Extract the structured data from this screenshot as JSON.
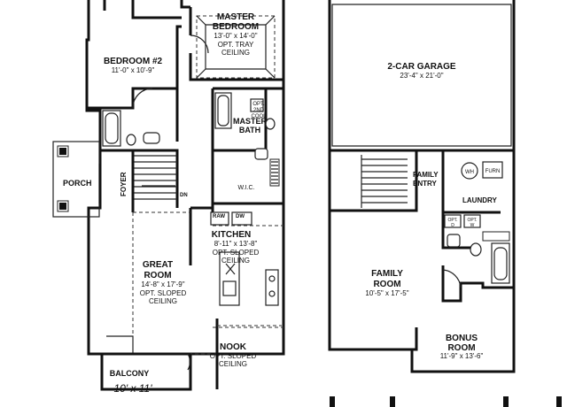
{
  "left_plan": {
    "master_bedroom": {
      "name": [
        "MASTER",
        "BEDROOM"
      ],
      "size": "13'-0\" x 14'-0\"",
      "note": [
        "OPT. TRAY",
        "CEILING"
      ]
    },
    "bedroom2": {
      "name": "BEDROOM #2",
      "size": "11'-0\" x 10'-9\""
    },
    "opt_2nd_cool": [
      "OPT.",
      "2ND",
      "COOL"
    ],
    "master_bath": [
      "MASTER",
      "BATH"
    ],
    "wic": "W.I.C.",
    "porch": "PORCH",
    "foyer": "FOYER",
    "dn": "DN",
    "raw": "RAW",
    "dw": "DW",
    "kitchen": {
      "name": "KITCHEN",
      "size": "8'-11\" x 13'-8\"",
      "note": [
        "OPT. SLOPED",
        "CEILING"
      ]
    },
    "great_room": {
      "name": [
        "GREAT",
        "ROOM"
      ],
      "size": "14'-8\" x 17'-9\"",
      "note": [
        "OPT. SLOPED",
        "CEILING"
      ]
    },
    "nook": {
      "name": "NOOK",
      "note": [
        "OPT. SLOPED",
        "CEILING"
      ]
    },
    "balcony": {
      "name": "BALCONY",
      "size": "10' x 11'"
    }
  },
  "right_plan": {
    "garage": {
      "name": "2-CAR GARAGE",
      "size": "23'-4\" x 21'-0\""
    },
    "family_entry": [
      "FAMILY",
      "ENTRY"
    ],
    "wh": "WH",
    "furn": "FURN",
    "laundry": "LAUNDRY",
    "opt_labels": [
      "OPT.",
      "D",
      "OPT.",
      "W"
    ],
    "family_room": {
      "name": [
        "FAMILY",
        "ROOM"
      ],
      "size": "10'-5\" x 17'-5\""
    },
    "bonus_room": {
      "name": [
        "BONUS",
        "ROOM"
      ],
      "size": "11'-9\" x 13'-6\""
    }
  }
}
